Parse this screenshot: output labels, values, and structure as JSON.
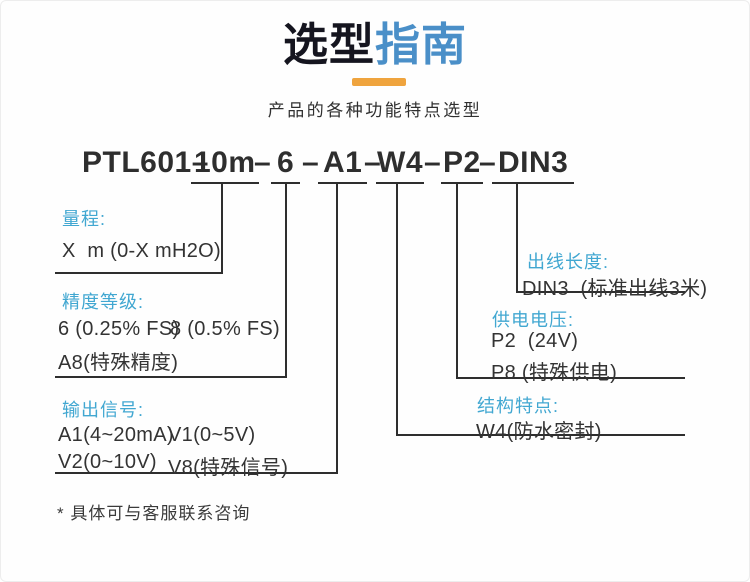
{
  "page": {
    "title_dark": "选型",
    "title_accent": "指南",
    "subtitle": "产品的各种功能特点选型",
    "footnote": "* 具体可与客服联系咨询"
  },
  "colors": {
    "title_dark": "#15151f",
    "title_accent_blue": "#4a8fc8",
    "underline_orange": "#efa43e",
    "section_label_blue": "#41a7d1",
    "line_dark": "#2e2e2e"
  },
  "model": {
    "prefix": "PTL601–",
    "dash": "–",
    "segments": [
      "10m",
      "6",
      "A1",
      "W4",
      "P2",
      "DIN3"
    ]
  },
  "sections": {
    "range": {
      "label": "量程:",
      "value": "X  m (0-X mH2O)"
    },
    "accuracy": {
      "label": "精度等级:",
      "option1": "6 (0.25% FS)",
      "option2": "8 (0.5% FS)",
      "option3": "A8(特殊精度)"
    },
    "output": {
      "label": "输出信号:",
      "option1": "A1(4~20mA)",
      "option2": "V1(0~5V)",
      "option3": "V2(0~10V)",
      "option4": "V8(特殊信号)"
    },
    "cable": {
      "label": "出线长度:",
      "value": "DIN3  (标准出线3米)"
    },
    "power": {
      "label": "供电电压:",
      "option1": "P2  (24V)",
      "option2": "P8 (特殊供电)"
    },
    "structure": {
      "label": "结构特点:",
      "value": "W4(防水密封)"
    }
  }
}
